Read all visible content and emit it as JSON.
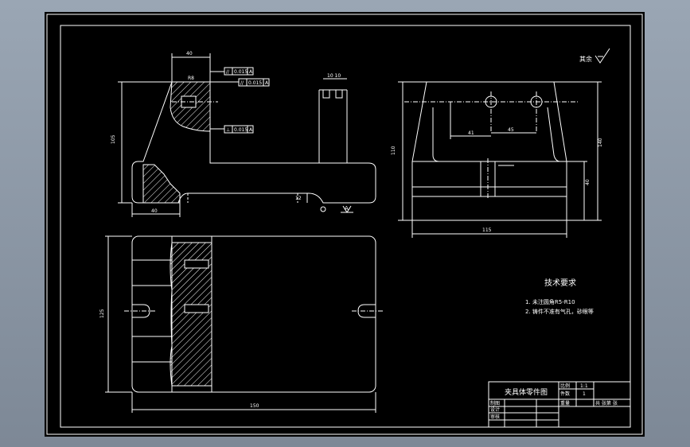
{
  "drawing": {
    "roughness_note": "其余",
    "tech_requirements": {
      "heading": "技术要求",
      "items": [
        "1. 未注圆角R5-R10",
        "2. 铸件不准有气孔，砂眼等"
      ]
    },
    "title_block": {
      "title": "夹具体零件图",
      "scale_label": "比例",
      "scale_value": "1:1",
      "quantity_label": "件数",
      "quantity_value": "1",
      "weight_label": "重量",
      "sheet_label": "共  张第  张",
      "drawn_label": "制图",
      "design_label": "设计",
      "review_label": "审核"
    },
    "dimensions": {
      "front_top_width": "40",
      "front_height": "105",
      "front_bottom_width": "40",
      "front_r_callout": "R8",
      "front_slot": "10  10",
      "front_gap": "12",
      "side_height": "110",
      "side_total_height": "140",
      "side_base_height": "40",
      "side_width": "115",
      "side_offset": "45",
      "side_small": "41",
      "top_length": "150",
      "top_width": "125"
    },
    "tolerances": [
      {
        "symbol": "//",
        "value": "0.015",
        "datum": "A"
      },
      {
        "symbol": "//",
        "value": "0.015",
        "datum": "A"
      },
      {
        "symbol": "⊥",
        "value": "0.015",
        "datum": "A"
      }
    ],
    "datum_label": "A"
  }
}
